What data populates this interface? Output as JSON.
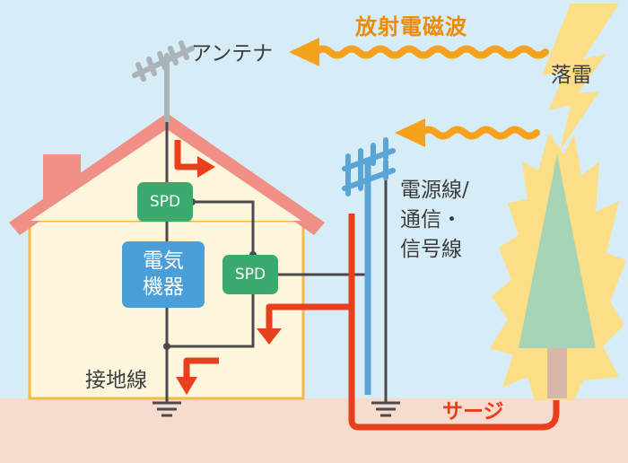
{
  "title": "放射電磁波",
  "labels": {
    "antenna": "アンテナ",
    "lightning": "落雷",
    "power_line": [
      "電源線/",
      "通信・",
      "信号線"
    ],
    "ground_wire": "接地線",
    "surge": "サージ"
  },
  "boxes": {
    "spd_top": "SPD",
    "spd_side": "SPD",
    "device": [
      "電気",
      "機器"
    ]
  },
  "colors": {
    "sky": "#d6ecf7",
    "ground": "#f5dccf",
    "house_wall": "#fdf6dc",
    "house_outline": "#f4b94a",
    "roof": "#ef8f86",
    "spd": "#3aaa6f",
    "device": "#4a9fd8",
    "wave_arrow": "#f4a21c",
    "surge": "#e8401c",
    "pole": "#5aa5d6",
    "lightning": "#fcde86",
    "tree": "#a7d4b6",
    "wire": "#4a4a4a"
  }
}
